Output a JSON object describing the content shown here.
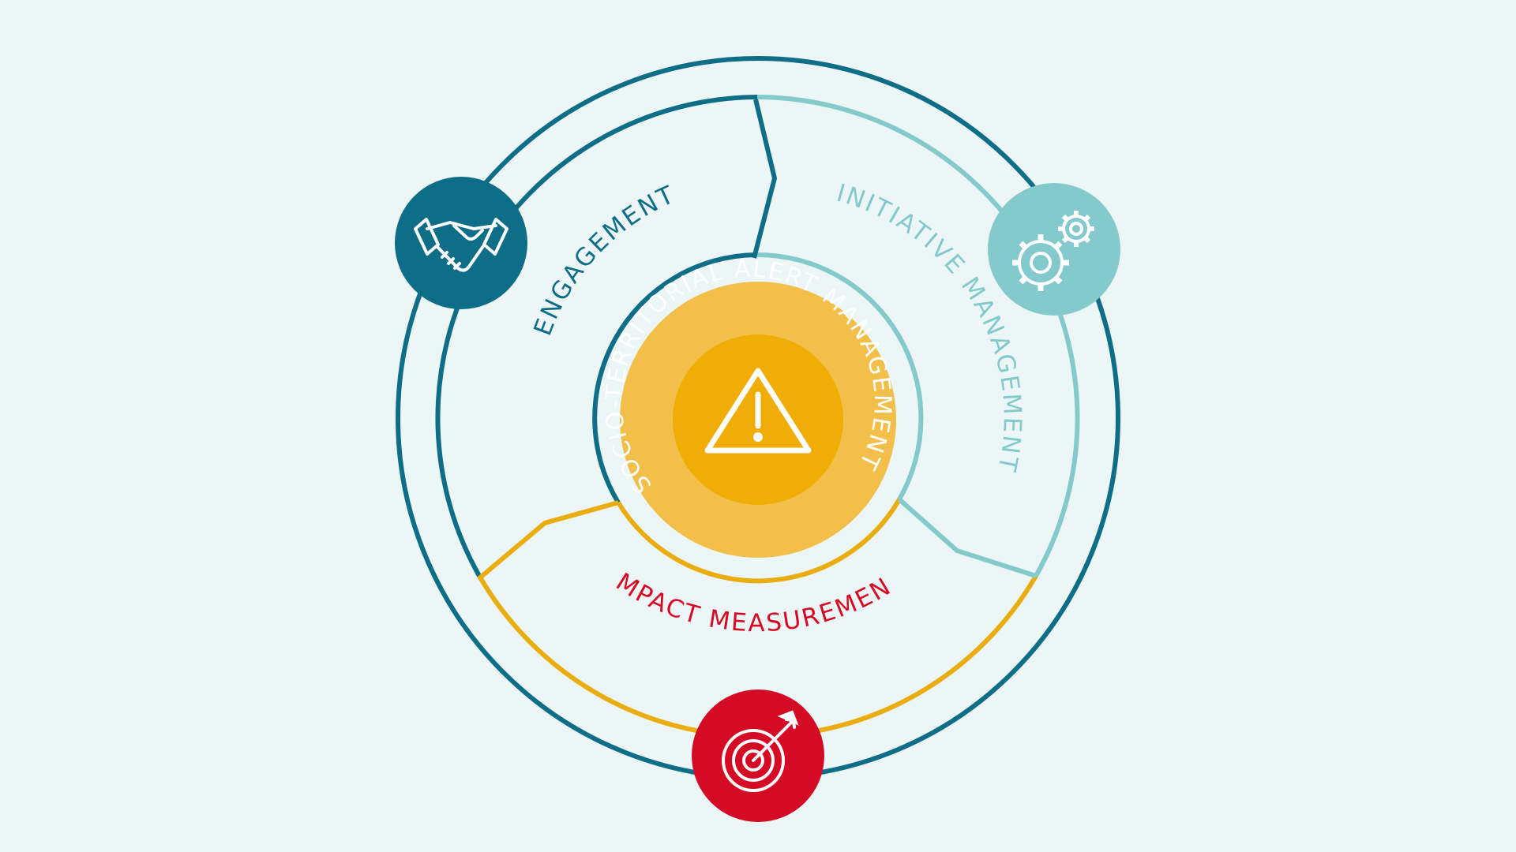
{
  "colors": {
    "background": "#ecf6f6",
    "dark_teal": "#0f6e87",
    "light_teal": "#84c9cc",
    "yellow": "#e9ad0f",
    "yellow_light": "#f2c04a",
    "yellow_core": "#efad05",
    "red": "#d50b26",
    "white": "#ffffff"
  },
  "diagram": {
    "center_label": "SOCIO-TERRITORIAL ALERT MANAGEMENT",
    "center_icon": "warning-triangle-icon",
    "segments": [
      {
        "id": "engagement",
        "label": "ENGAGEMENT",
        "icon": "handshake-icon",
        "color": "#0f6e87"
      },
      {
        "id": "initiative",
        "label": "INITIATIVE MANAGEMENT",
        "icon": "gears-icon",
        "color": "#84c9cc"
      },
      {
        "id": "impact",
        "label": "IMPACT MEASUREMENT",
        "icon": "target-icon",
        "color": "#d50b26"
      }
    ]
  }
}
